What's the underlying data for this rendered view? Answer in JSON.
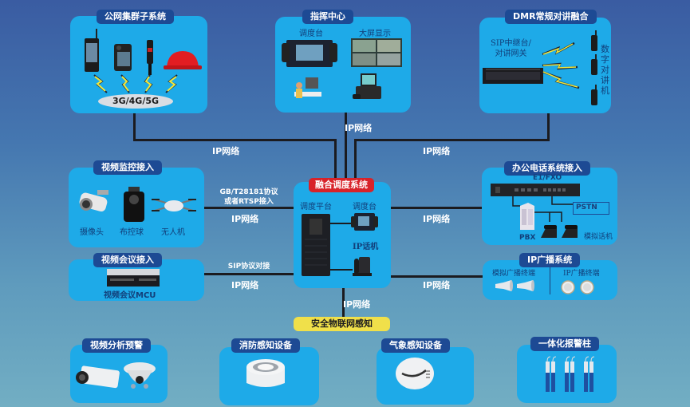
{
  "colors": {
    "box": "#1eaae8",
    "tag": "#1d4a94",
    "center_tag": "#d8232a",
    "iot_bar": "#f0e04a",
    "line": "#1b1b1f"
  },
  "network_label": "IP网络",
  "public_trunk": {
    "title": "公网集群子系统",
    "network": "3G/4G/5G",
    "devices": [
      "handheld-terminal-icon",
      "body-camera-icon",
      "shoulder-mic-icon",
      "smart-helmet-icon"
    ]
  },
  "command_center": {
    "title": "指挥中心",
    "labels": [
      "调度台",
      "大屏显示"
    ]
  },
  "dmr": {
    "title": "DMR常规对讲融合",
    "gateway_label": "SIP中继台/\n对讲网关",
    "radios_label": "数字对讲机"
  },
  "video_surveillance": {
    "title": "视频监控接入",
    "devices": [
      "摄像头",
      "布控球",
      "无人机"
    ],
    "protocol": "GB/T28181协议\n或者RTSP接入"
  },
  "video_conference": {
    "title": "视频会议接入",
    "device": "视频会议MCU",
    "protocol": "SIP协议对接"
  },
  "core": {
    "title": "融合调度系统",
    "platform": "调度平台",
    "console": "调度台",
    "ip_phone": "IP话机"
  },
  "office_phone": {
    "title": "办公电话系统接入",
    "gateway": "E1/FXO",
    "pstn": "PSTN",
    "pbx": "PBX",
    "analog_phone": "模拟话机"
  },
  "ip_broadcast": {
    "title": "IP广播系统",
    "analog_terminal": "模拟广播终端",
    "ip_terminal": "IP广播终端"
  },
  "iot": {
    "title": "安全物联网感知"
  },
  "bottom": [
    {
      "title": "视频分析预警"
    },
    {
      "title": "消防感知设备"
    },
    {
      "title": "气象感知设备"
    },
    {
      "title": "一体化报警柱"
    }
  ]
}
